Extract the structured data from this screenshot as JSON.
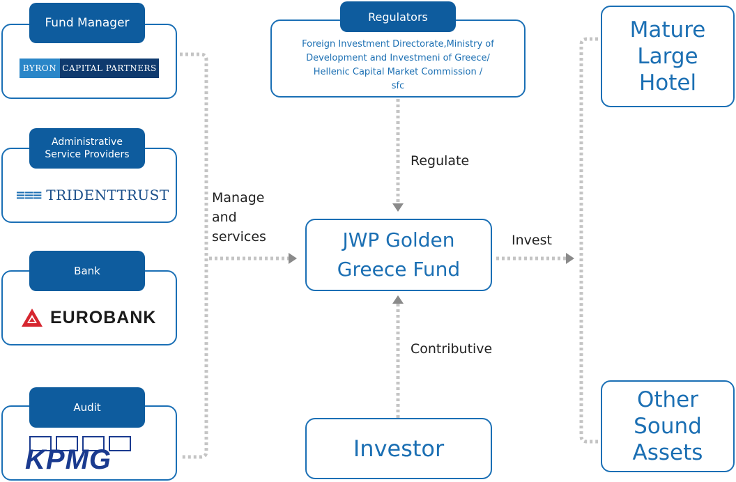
{
  "providers": {
    "fund_manager": {
      "title": "Fund Manager",
      "logo_left": "BYRON",
      "logo_right": "CAPITAL PARTNERS"
    },
    "admin": {
      "title": "Administrative\nService Providers",
      "logo": "TRIDENTTRUST"
    },
    "bank": {
      "title": "Bank",
      "logo": "EUROBANK"
    },
    "audit": {
      "title": "Audit",
      "logo": "KPMG"
    }
  },
  "regulators": {
    "title": "Regulators",
    "text": "Foreign Investment Directorate,Ministry of\nDevelopment and Investmeni of Greece/\nHellenic Capital Market Commission /\nsfc"
  },
  "fund": {
    "name": "JWP Golden\nGreece Fund"
  },
  "investor": {
    "name": "Investor"
  },
  "assets": [
    {
      "name": "Mature\nLarge\nHotel"
    },
    {
      "name": "Other\nSound\nAssets"
    }
  ],
  "flows": {
    "manage": "Manage\nand\nservices",
    "regulate": "Regulate",
    "invest": "Invest",
    "contribute": "Contributive"
  },
  "colors": {
    "accent": "#1b6fb3",
    "tab": "#0e5c9e",
    "dotted": "#c4c4c4",
    "eurobank": "#d6262f",
    "kpmg": "#1a3a8f"
  }
}
